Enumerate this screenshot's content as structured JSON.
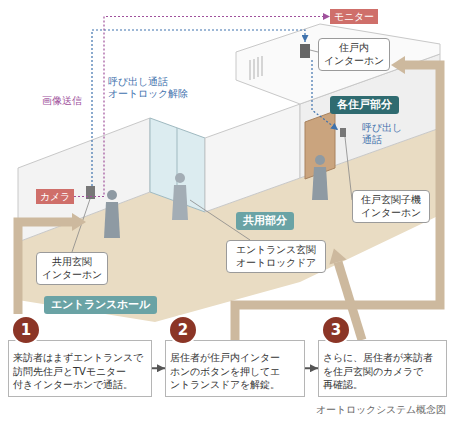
{
  "diagram": {
    "caption": "オートロックシステム概念図",
    "nodes": [
      {
        "text": [
          "モニター"
        ]
      },
      {
        "text": [
          "住戸内 インターホン"
        ]
      },
      {
        "text": [
          "各住戸部分"
        ]
      },
      {
        "text": [
          "カメラ"
        ]
      },
      {
        "text": [
          "住戸玄関子機 インターホン"
        ]
      },
      {
        "text": [
          "共用部分"
        ]
      },
      {
        "text": [
          "共用玄関 インターホン"
        ]
      },
      {
        "text": [
          "エントランス玄関 オートロックドア"
        ]
      },
      {
        "text": [
          "エントランスホール"
        ]
      },
      {
        "text": [
          "来訪者はまずエントランスで 訪問先住戸とTVモニター 付きインターホンで通話。"
        ]
      },
      {
        "text": [
          "1"
        ],
        "in": 9
      },
      {
        "text": [
          "居住者が住戸内インター ホンのボタンを押してエ ントランスドアを解錠。"
        ]
      },
      {
        "text": [
          "2"
        ],
        "in": 11
      },
      {
        "text": [
          "さらに、居住者が来訪者 を住戸玄関のカメラで 再確認。"
        ]
      },
      {
        "text": [
          "3"
        ],
        "in": 13
      }
    ],
    "edges": [
      {
        "from": 3,
        "to": 0,
        "label": "画像送信",
        "arrow": "to"
      },
      {
        "from": 9,
        "to": 11,
        "arrow": "to"
      },
      {
        "from": 11,
        "to": 13,
        "arrow": "to"
      }
    ],
    "labels": [
      "呼び出し通話 オートロック解除",
      "呼び出し 通話"
    ]
  }
}
